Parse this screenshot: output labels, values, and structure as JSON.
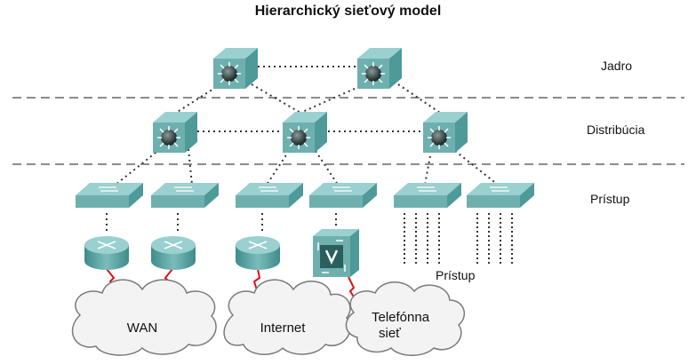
{
  "title": "Hierarchický sieťový model",
  "layers": {
    "core": "Jadro",
    "distribution": "Distribúcia",
    "access": "Prístup"
  },
  "access_note": "Prístup",
  "clouds": {
    "wan": "WAN",
    "internet": "Internet",
    "phone_line1": "Telefónna",
    "phone_line2": "sieť"
  },
  "colors": {
    "device_top": "#8fc7c6",
    "device_side": "#4d9a99",
    "device_front": "#6fb0af",
    "link_red": "#e01010",
    "divider": "#8c8c8c"
  },
  "icons": {
    "core_switch": "multilayer-switch-icon",
    "access_switch": "workgroup-switch-icon",
    "router": "router-icon",
    "voice_gateway": "voice-gateway-icon",
    "cloud": "cloud-icon"
  }
}
